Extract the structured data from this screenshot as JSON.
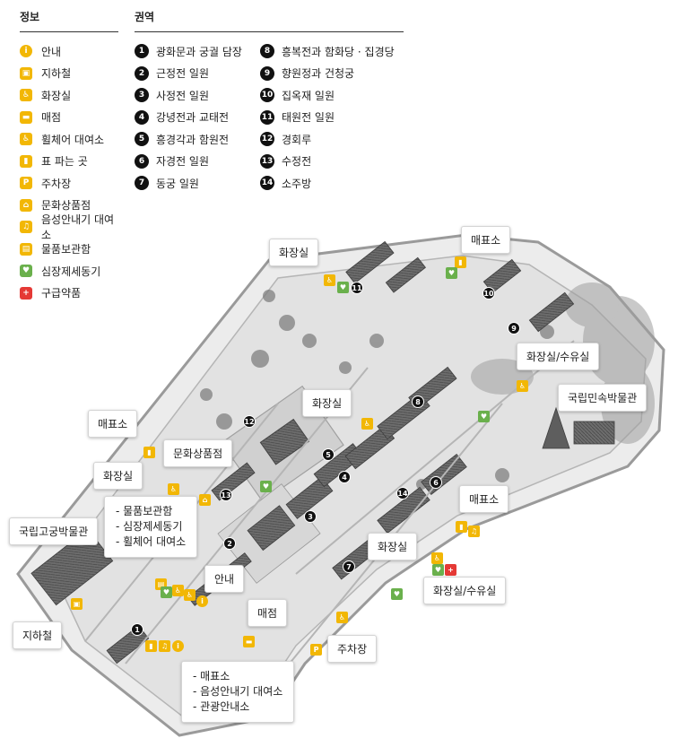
{
  "legend": {
    "info_title": "정보",
    "zone_title": "권역",
    "info_items": [
      {
        "label": "안내",
        "icon": "info-icon",
        "color": "#f2b705",
        "glyph": "i"
      },
      {
        "label": "지하철",
        "icon": "subway-icon",
        "color": "#f2b705",
        "glyph": "▣"
      },
      {
        "label": "화장실",
        "icon": "restroom-icon",
        "color": "#f2b705",
        "glyph": "♿"
      },
      {
        "label": "매점",
        "icon": "kiosk-icon",
        "color": "#f2b705",
        "glyph": "▬"
      },
      {
        "label": "휠체어 대여소",
        "icon": "wheelchair-icon",
        "color": "#f2b705",
        "glyph": "♿"
      },
      {
        "label": "표 파는 곳",
        "icon": "ticket-icon",
        "color": "#f2b705",
        "glyph": "▮"
      },
      {
        "label": "주차장",
        "icon": "parking-icon",
        "color": "#f2b705",
        "glyph": "P"
      },
      {
        "label": "문화상품점",
        "icon": "souvenir-icon",
        "color": "#f2b705",
        "glyph": "⌂"
      },
      {
        "label": "음성안내기 대여소",
        "icon": "audio-guide-icon",
        "color": "#f2b705",
        "glyph": "♫"
      },
      {
        "label": "물품보관함",
        "icon": "locker-icon",
        "color": "#f2b705",
        "glyph": "▤"
      },
      {
        "label": "심장제세동기",
        "icon": "aed-icon",
        "color": "#6ab04c",
        "glyph": "♥"
      },
      {
        "label": "구급약품",
        "icon": "first-aid-icon",
        "color": "#e53935",
        "glyph": "+"
      }
    ],
    "zones": [
      {
        "num": "1",
        "label": "광화문과 궁궐 담장"
      },
      {
        "num": "2",
        "label": "근정전 일원"
      },
      {
        "num": "3",
        "label": "사정전 일원"
      },
      {
        "num": "4",
        "label": "강녕전과 교태전"
      },
      {
        "num": "5",
        "label": "흥경각과 함원전"
      },
      {
        "num": "6",
        "label": "자경전 일원"
      },
      {
        "num": "7",
        "label": "동궁 일원"
      },
      {
        "num": "8",
        "label": "흥복전과 함화당 · 집경당"
      },
      {
        "num": "9",
        "label": "향원정과 건청궁"
      },
      {
        "num": "10",
        "label": "집옥재 일원"
      },
      {
        "num": "11",
        "label": "태원전 일원"
      },
      {
        "num": "12",
        "label": "경회루"
      },
      {
        "num": "13",
        "label": "수정전"
      },
      {
        "num": "14",
        "label": "소주방"
      }
    ]
  },
  "callouts": {
    "restroom_nw": "화장실",
    "ticket_ne": "매표소",
    "restroom_nursing_e": "화장실/수유실",
    "folk_museum": "국립민속박물관",
    "restroom_center": "화장실",
    "ticket_w": "매표소",
    "souvenir": "문화상품점",
    "restroom_w": "화장실",
    "ticket_se": "매표소",
    "palace_museum": "국립고궁박물관",
    "info_desk": "안내",
    "restroom_s": "화장실",
    "restroom_nursing_s": "화장실/수유실",
    "kiosk": "매점",
    "subway": "지하철",
    "parking": "주차장",
    "west_services": [
      "- 물품보관함",
      "- 심장제세동기",
      "- 휠체어 대여소"
    ],
    "gate_services": [
      "- 매표소",
      "- 음성안내기 대여소",
      "- 관광안내소"
    ]
  },
  "colors": {
    "ground": "#e9e9e9",
    "wall": "#bdbdbd",
    "building": "#8a8a8a",
    "roof": "#5e5e5e",
    "yellow": "#f2b705",
    "green": "#6ab04c",
    "red": "#e53935"
  }
}
